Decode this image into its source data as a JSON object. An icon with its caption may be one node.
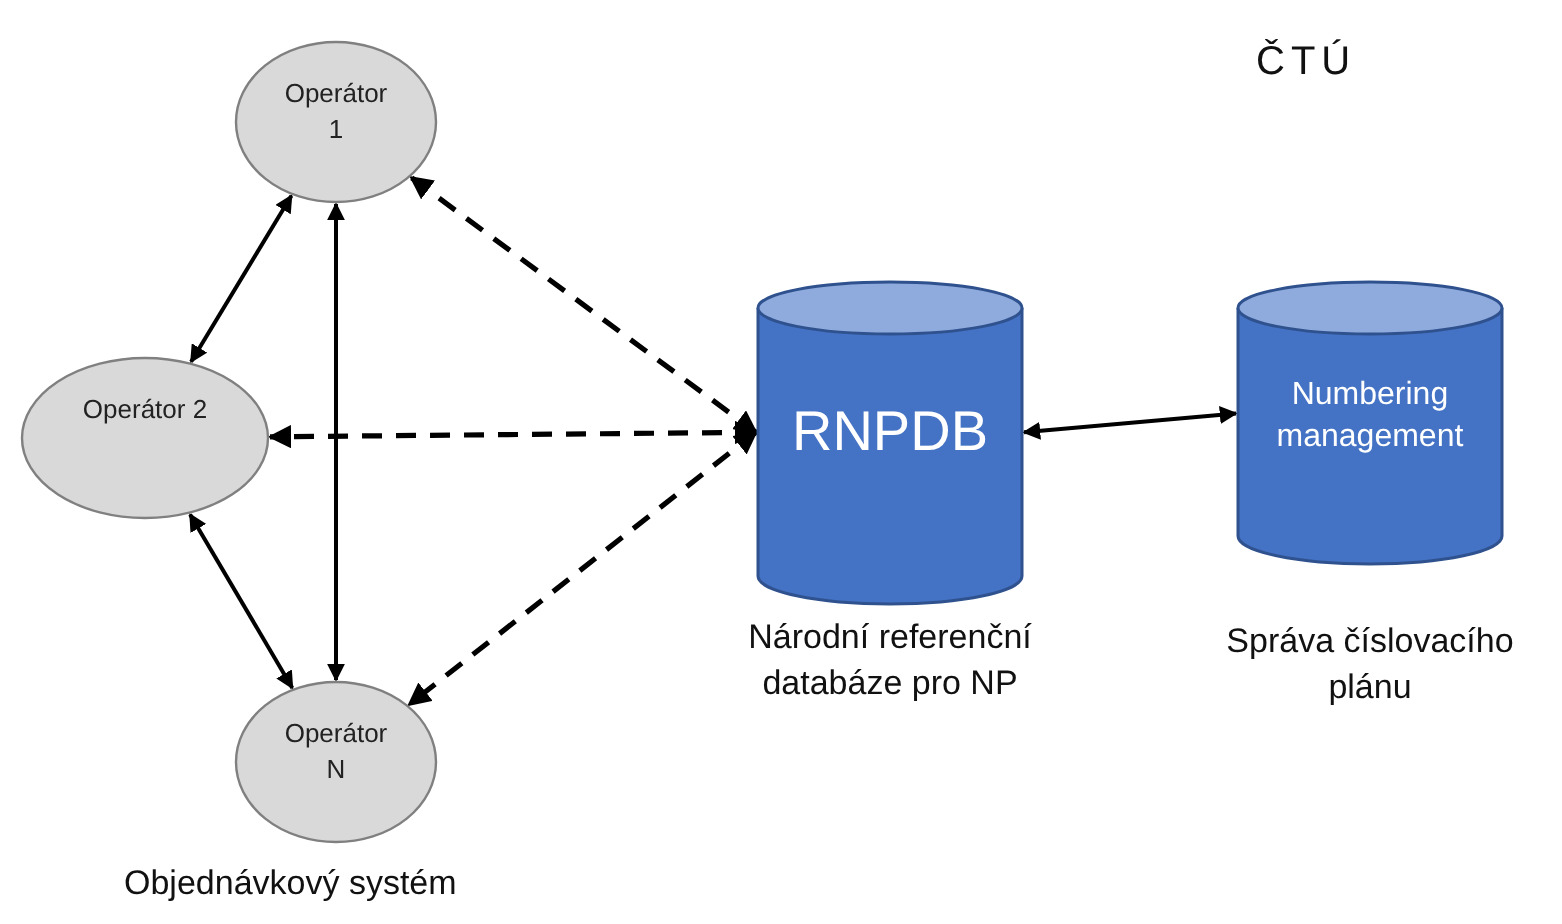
{
  "diagram": {
    "nodes": [
      {
        "text": [
          "Operátor 1"
        ]
      },
      {
        "text": [
          "Operátor 2"
        ]
      },
      {
        "text": [
          "Operátor N"
        ]
      },
      {
        "text": [
          "RNPDB"
        ],
        "beside": [
          "Národní referenční databáze pro NP"
        ]
      },
      {
        "text": [
          "Numbering management"
        ],
        "beside": [
          "Správa číslovacího plánu"
        ]
      }
    ],
    "edges": [
      {
        "from": 0,
        "to": 1,
        "arrow": "both"
      },
      {
        "from": 1,
        "to": 2,
        "arrow": "both"
      },
      {
        "from": 0,
        "to": 2,
        "arrow": "both"
      },
      {
        "from": 3,
        "to": 0,
        "arrow": "both",
        "style": "dashed"
      },
      {
        "from": 3,
        "to": 1,
        "arrow": "both",
        "style": "dashed"
      },
      {
        "from": 3,
        "to": 2,
        "arrow": "both",
        "style": "dashed"
      },
      {
        "from": 3,
        "to": 4,
        "arrow": "both"
      }
    ],
    "labels": [
      "ČTÚ",
      "Objednávkový systém"
    ]
  }
}
